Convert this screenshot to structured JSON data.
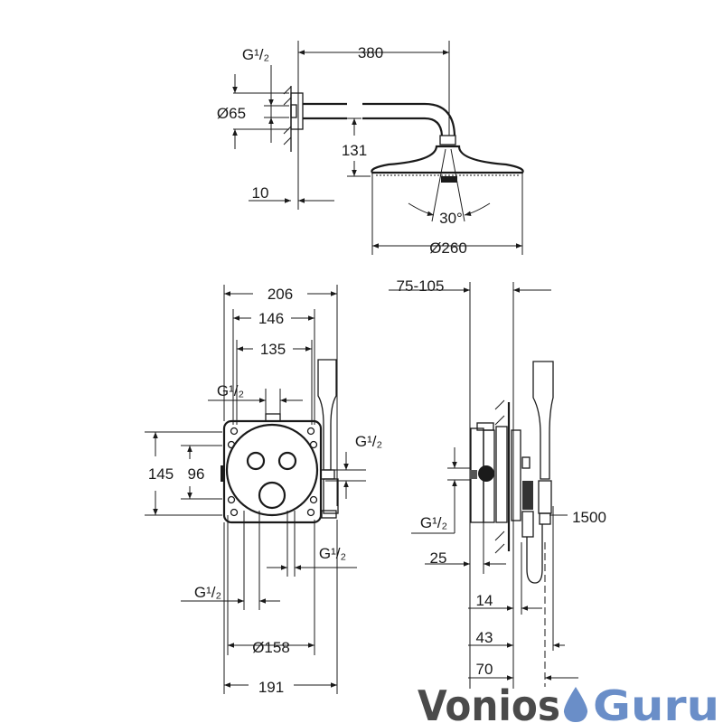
{
  "top_view": {
    "thread": "G¹/₂",
    "arm_length": "380",
    "flange_diameter": "Ø65",
    "drop": "131",
    "wall_gap": "10",
    "spray_angle": "30°",
    "head_diameter": "Ø260"
  },
  "front_view": {
    "width_total": "206",
    "width_146": "146",
    "width_135": "135",
    "thread_top": "G¹/₂",
    "thread_right": "G¹/₂",
    "height_145": "145",
    "height_96": "96",
    "thread_bottom_right": "G¹/₂",
    "thread_bottom_left": "G¹/₂",
    "diameter_158": "Ø158",
    "width_191": "191"
  },
  "side_view": {
    "depth_range": "75-105",
    "thread": "G¹/₂",
    "hose_length": "1500",
    "depth_25": "25",
    "depth_14": "14",
    "depth_43": "43",
    "depth_70": "70"
  },
  "watermark": {
    "part1": "Vonios",
    "part2": "Guru",
    "color_dark": "#4a4a4a",
    "color_blue": "#6a8ec8"
  }
}
